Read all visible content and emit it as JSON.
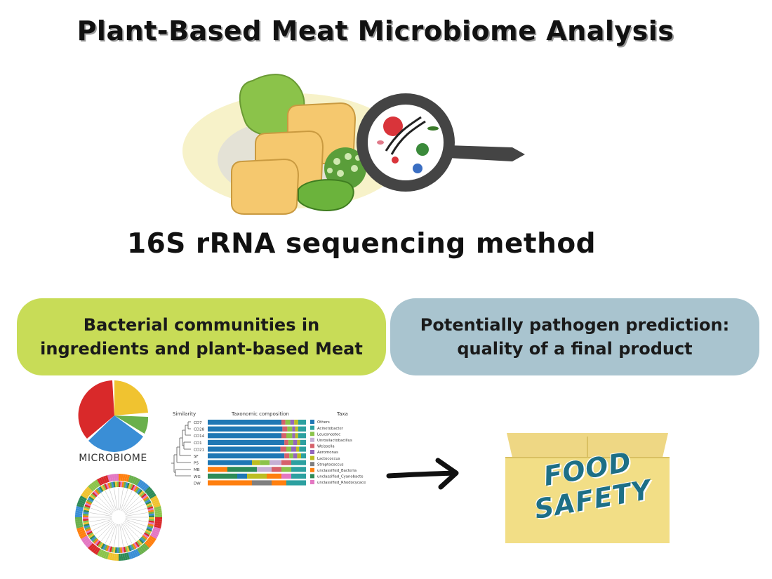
{
  "title": "Plant-Based Meat Microbiome Analysis",
  "method": "16S rRNA sequencing method",
  "left_box": {
    "line1": "Bacterial communities in",
    "line2": "ingredients and plant-based Meat"
  },
  "right_box": {
    "line1": "Potentially pathogen prediction:",
    "line2": "quality of a final product"
  },
  "microbiome_label": "MICROBIOME",
  "taxonomy_chart": {
    "header_similarity": "Similarity",
    "header_composition": "Taxonomic composition",
    "header_taxa": "Taxa",
    "samples": [
      "CD7",
      "CD28",
      "CD14",
      "CD1",
      "CD21",
      "SF",
      "PS",
      "MB",
      "WG",
      "DW"
    ],
    "taxa": [
      {
        "name": "Others",
        "color": "#1f77b4"
      },
      {
        "name": "Acinetobacter",
        "color": "#2ca0a0"
      },
      {
        "name": "Leuconostoc",
        "color": "#8bc34a"
      },
      {
        "name": "Unrosilactobacillus",
        "color": "#c5b0d5"
      },
      {
        "name": "Weissella",
        "color": "#d6616b"
      },
      {
        "name": "Aeromonas",
        "color": "#9467bd"
      },
      {
        "name": "Lactococcus",
        "color": "#bcbd22"
      },
      {
        "name": "Streptococcus",
        "color": "#7f7f7f"
      },
      {
        "name": "unclassified_Bacteria",
        "color": "#ff7f0e"
      },
      {
        "name": "unclassified_Cyanobacte",
        "color": "#2e8b57"
      },
      {
        "name": "unclassified_Rhodocycace",
        "color": "#e377c2"
      }
    ]
  },
  "food_safety_label": "FOOD SAFETY",
  "colors": {
    "left_box": "#c8dc57",
    "right_box": "#a9c4cf",
    "box_package": "#f2de86",
    "food_safety_text": "#1d6f86"
  }
}
